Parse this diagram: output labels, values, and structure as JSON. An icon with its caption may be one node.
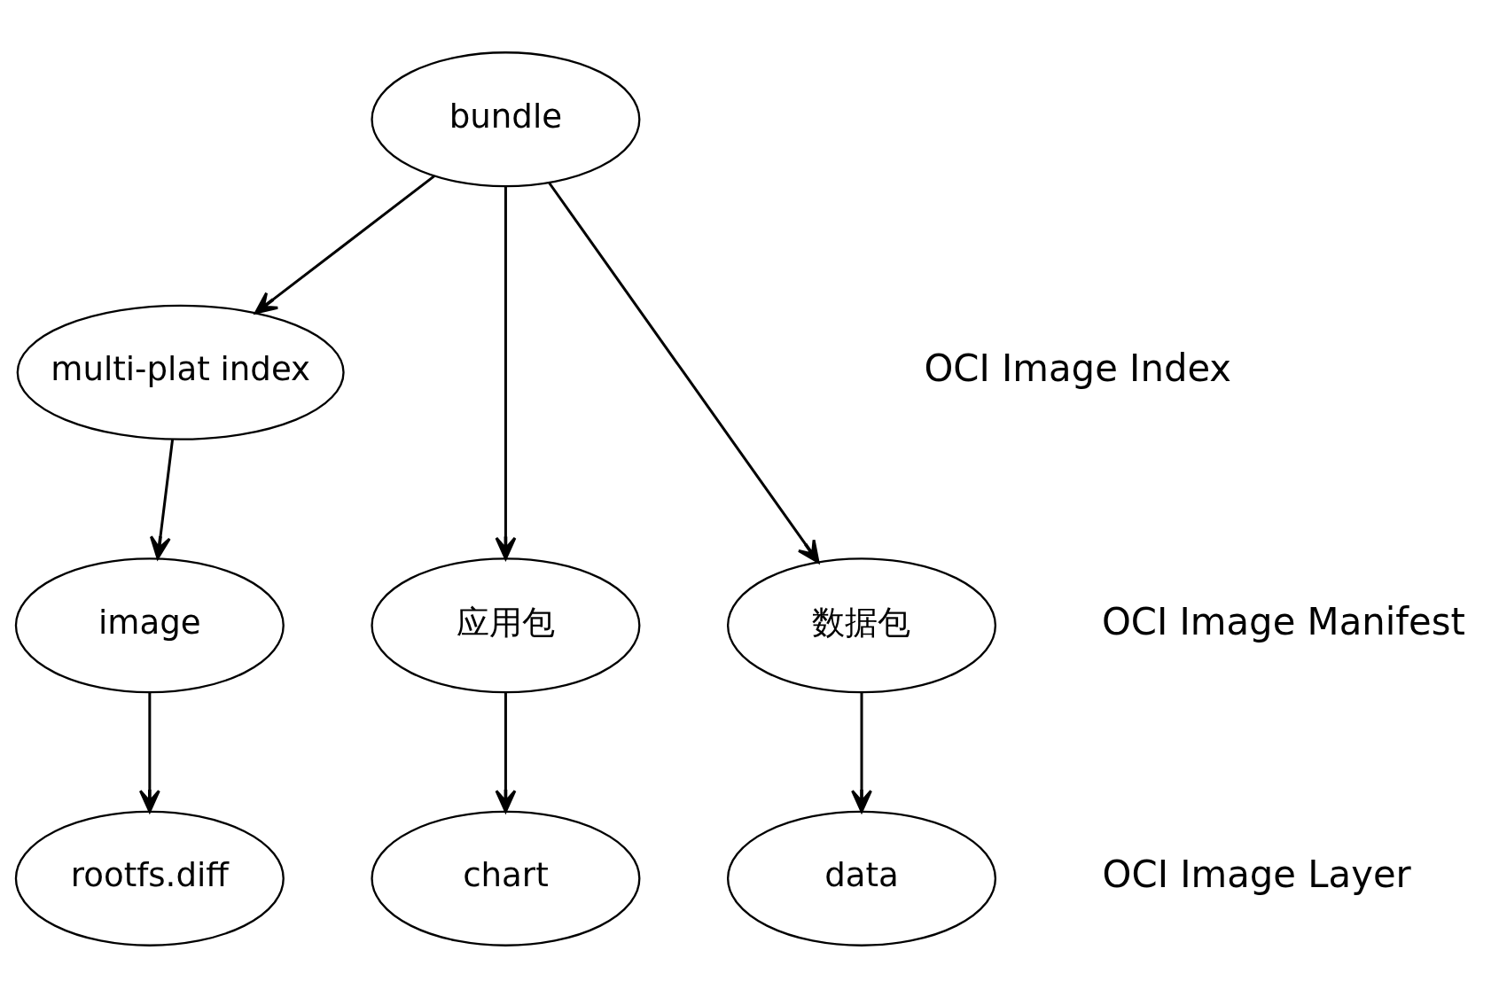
{
  "diagram": {
    "nodes": [
      {
        "text": [
          "bundle"
        ]
      },
      {
        "text": [
          "multi-plat index"
        ]
      },
      {
        "text": [
          "image"
        ]
      },
      {
        "text": [
          "应用包"
        ]
      },
      {
        "text": [
          "数据包"
        ]
      },
      {
        "text": [
          "rootfs.diff"
        ]
      },
      {
        "text": [
          "chart"
        ]
      },
      {
        "text": [
          "data"
        ]
      }
    ],
    "edges": [
      {
        "from": 0,
        "to": 1,
        "arrow": "to"
      },
      {
        "from": 0,
        "to": 3,
        "arrow": "to"
      },
      {
        "from": 0,
        "to": 4,
        "arrow": "to"
      },
      {
        "from": 1,
        "to": 2,
        "arrow": "to"
      },
      {
        "from": 2,
        "to": 5,
        "arrow": "to"
      },
      {
        "from": 3,
        "to": 6,
        "arrow": "to"
      },
      {
        "from": 4,
        "to": 7,
        "arrow": "to"
      }
    ],
    "labels": [
      "OCI Image Index",
      "OCI Image Manifest",
      "OCI Image Layer"
    ]
  }
}
